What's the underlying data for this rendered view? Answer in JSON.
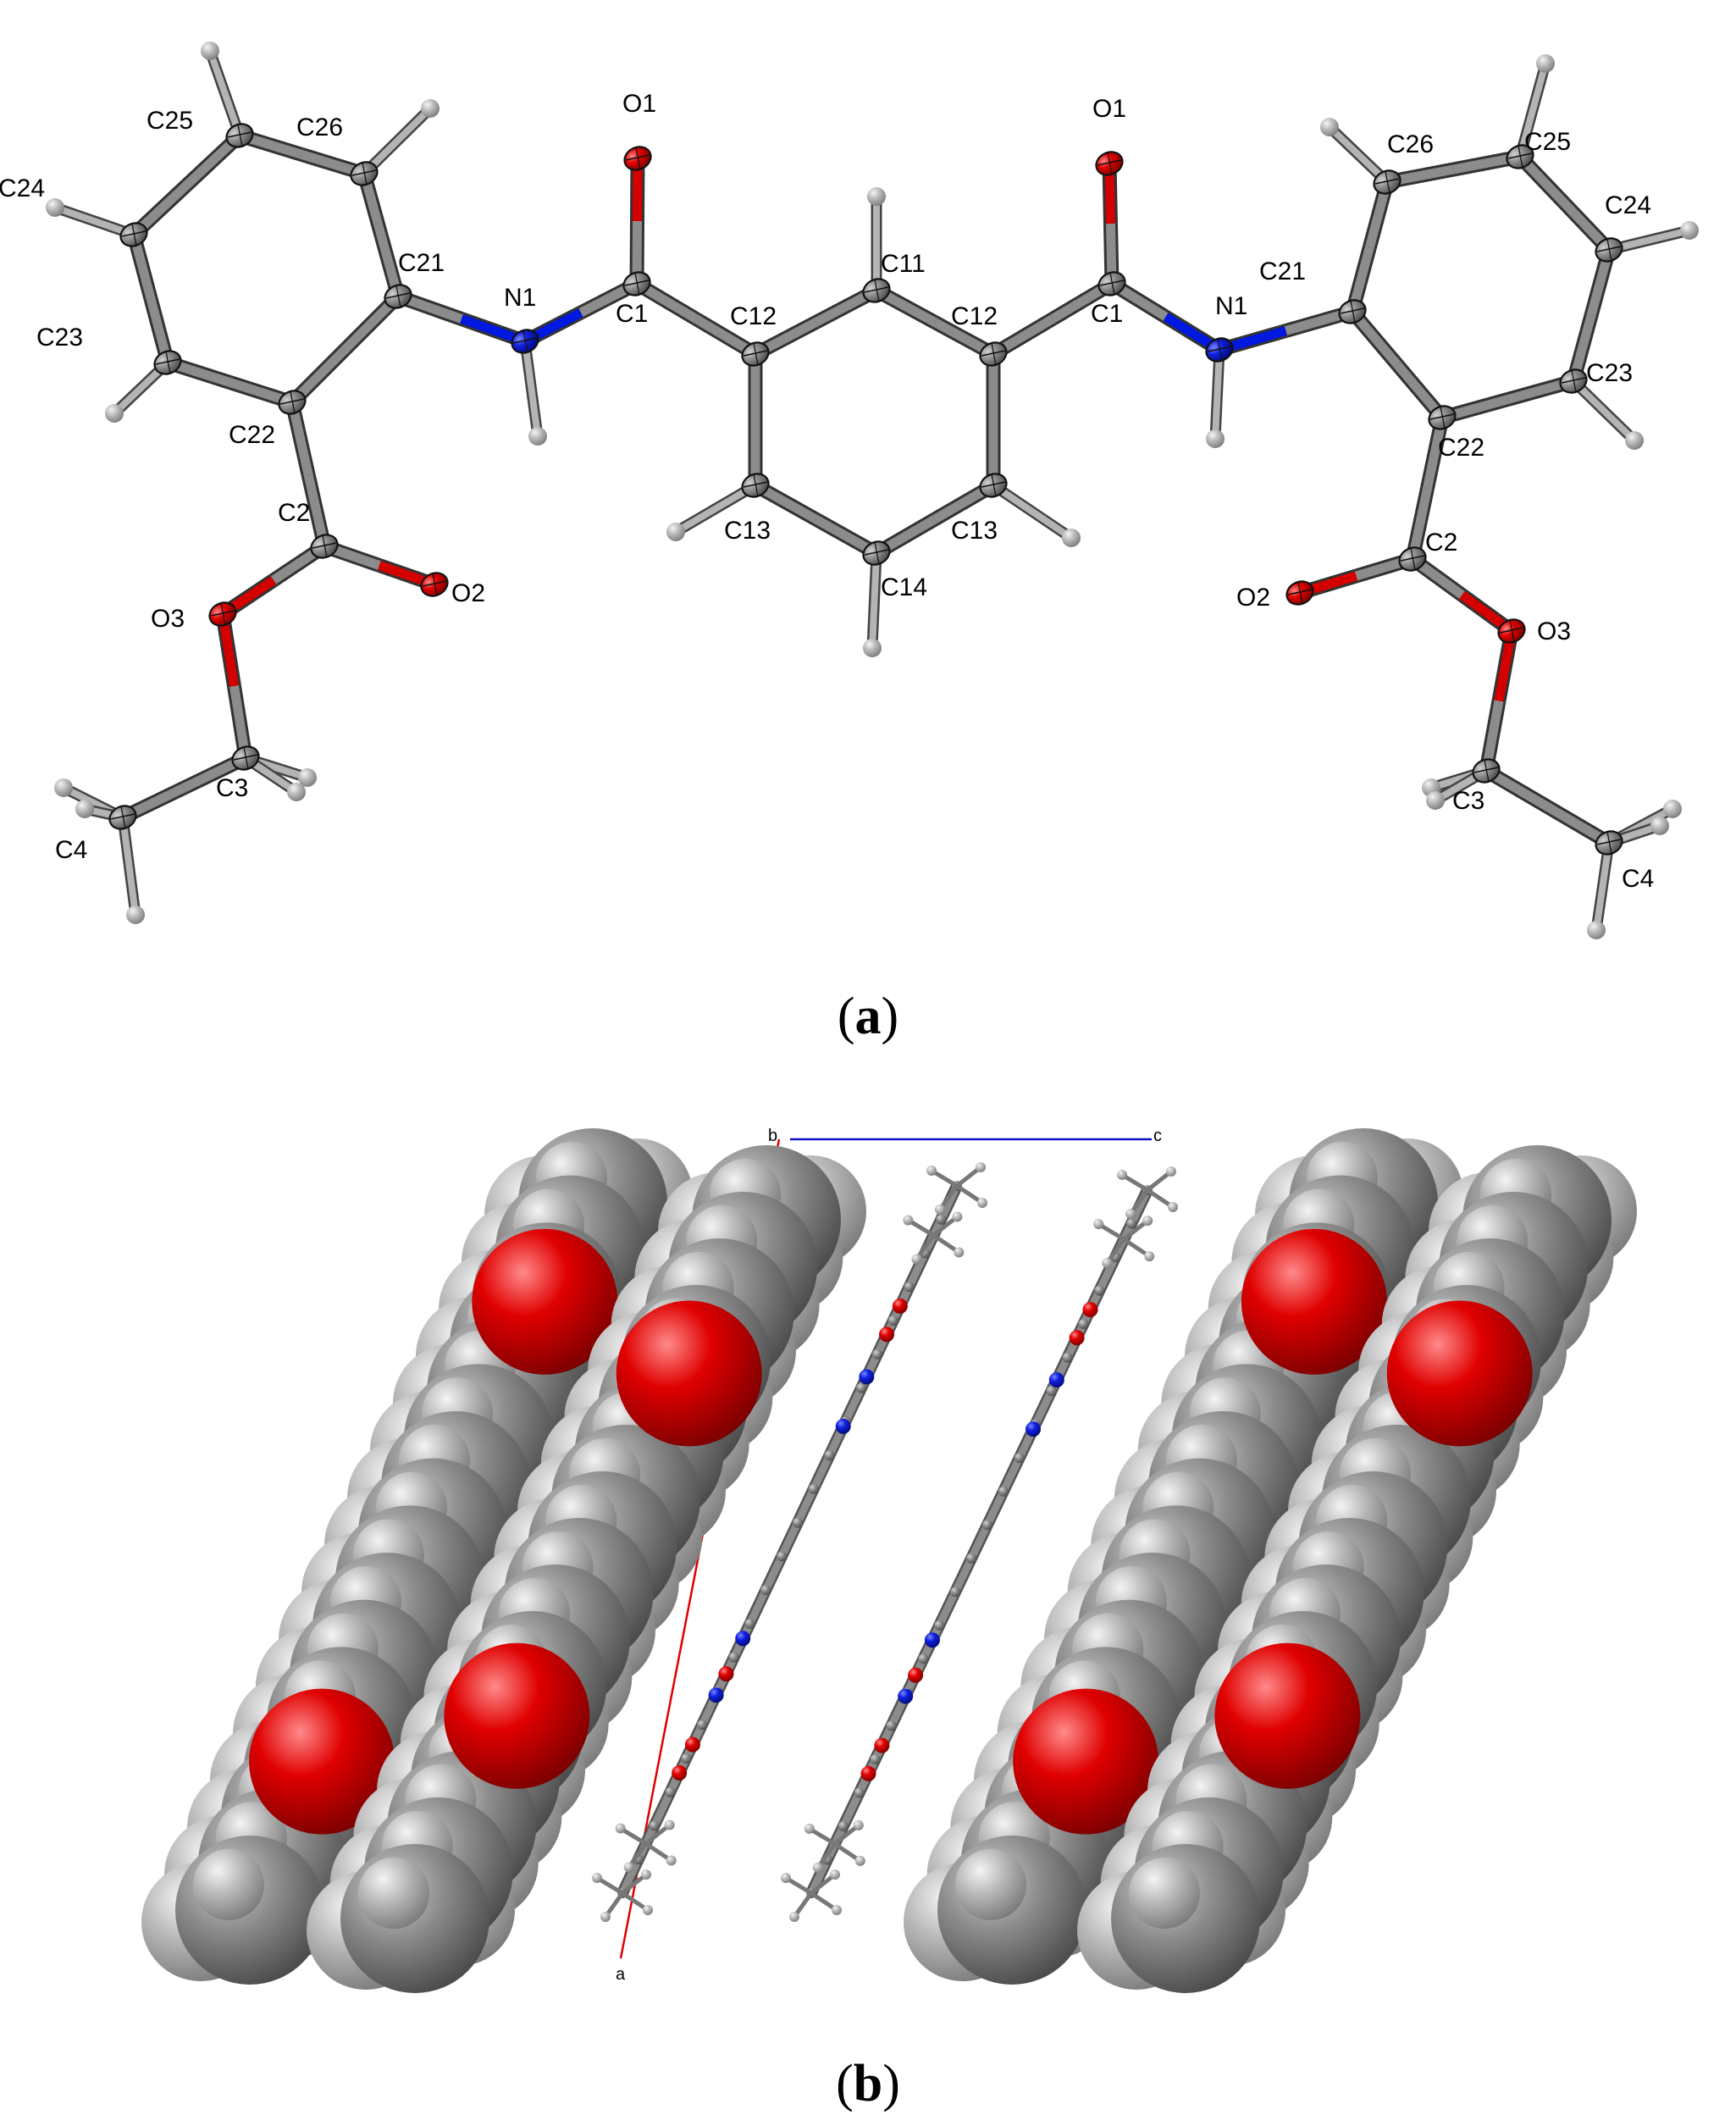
{
  "colors": {
    "carbon": "#8c8c8c",
    "hydrogen": "#b4b4b4",
    "oxygen": "#d40000",
    "nitrogen": "#0018e0",
    "axis_a": "#e00000",
    "axis_c": "#1010c8",
    "axis_b": "#ffffff"
  },
  "panel_a": {
    "caption": {
      "open": "(",
      "letter": "a",
      "close": ")"
    },
    "atoms": [
      {
        "id": "C25L",
        "el": "C",
        "label": "C25"
      },
      {
        "id": "C26L",
        "el": "C",
        "label": "C26"
      },
      {
        "id": "C24L",
        "el": "C",
        "label": "C24"
      },
      {
        "id": "C23L",
        "el": "C",
        "label": "C23"
      },
      {
        "id": "C22L",
        "el": "C",
        "label": "C22"
      },
      {
        "id": "C21L",
        "el": "C",
        "label": "C21"
      },
      {
        "id": "N1L",
        "el": "N",
        "label": "N1"
      },
      {
        "id": "C1L",
        "el": "C",
        "label": "C1"
      },
      {
        "id": "O1L",
        "el": "O",
        "label": "O1"
      },
      {
        "id": "C12L",
        "el": "C",
        "label": "C12"
      },
      {
        "id": "C11",
        "el": "C",
        "label": "C11"
      },
      {
        "id": "C12R",
        "el": "C",
        "label": "C12"
      },
      {
        "id": "C13L",
        "el": "C",
        "label": "C13"
      },
      {
        "id": "C14",
        "el": "C",
        "label": "C14"
      },
      {
        "id": "C13R",
        "el": "C",
        "label": "C13"
      },
      {
        "id": "C1R",
        "el": "C",
        "label": "C1"
      },
      {
        "id": "O1R",
        "el": "O",
        "label": "O1"
      },
      {
        "id": "N1R",
        "el": "N",
        "label": "N1"
      },
      {
        "id": "C21R",
        "el": "C",
        "label": "C21"
      },
      {
        "id": "C26R",
        "el": "C",
        "label": "C26"
      },
      {
        "id": "C25R",
        "el": "C",
        "label": "C25"
      },
      {
        "id": "C24R",
        "el": "C",
        "label": "C24"
      },
      {
        "id": "C23R",
        "el": "C",
        "label": "C23"
      },
      {
        "id": "C22R",
        "el": "C",
        "label": "C22"
      },
      {
        "id": "C2L",
        "el": "C",
        "label": "C2"
      },
      {
        "id": "O2L",
        "el": "O",
        "label": "O2"
      },
      {
        "id": "O3L",
        "el": "O",
        "label": "O3"
      },
      {
        "id": "C3L",
        "el": "C",
        "label": "C3"
      },
      {
        "id": "C4L",
        "el": "C",
        "label": "C4"
      },
      {
        "id": "C2R",
        "el": "C",
        "label": "C2"
      },
      {
        "id": "O2R",
        "el": "O",
        "label": "O2"
      },
      {
        "id": "O3R",
        "el": "O",
        "label": "O3"
      },
      {
        "id": "C3R",
        "el": "C",
        "label": "C3"
      },
      {
        "id": "C4R",
        "el": "C",
        "label": "C4"
      }
    ],
    "bonds": [
      [
        "C25L",
        "C26L"
      ],
      [
        "C25L",
        "C24L"
      ],
      [
        "C24L",
        "C23L"
      ],
      [
        "C23L",
        "C22L"
      ],
      [
        "C22L",
        "C21L"
      ],
      [
        "C21L",
        "C26L"
      ],
      [
        "C21L",
        "N1L"
      ],
      [
        "N1L",
        "C1L"
      ],
      [
        "C1L",
        "O1L"
      ],
      [
        "C1L",
        "C12L"
      ],
      [
        "C12L",
        "C11"
      ],
      [
        "C11",
        "C12R"
      ],
      [
        "C12L",
        "C13L"
      ],
      [
        "C13L",
        "C14"
      ],
      [
        "C14",
        "C13R"
      ],
      [
        "C13R",
        "C12R"
      ],
      [
        "C12R",
        "C1R"
      ],
      [
        "C1R",
        "O1R"
      ],
      [
        "C1R",
        "N1R"
      ],
      [
        "N1R",
        "C21R"
      ],
      [
        "C21R",
        "C26R"
      ],
      [
        "C26R",
        "C25R"
      ],
      [
        "C25R",
        "C24R"
      ],
      [
        "C24R",
        "C23R"
      ],
      [
        "C23R",
        "C22R"
      ],
      [
        "C22R",
        "C21R"
      ],
      [
        "C22L",
        "C2L"
      ],
      [
        "C2L",
        "O2L"
      ],
      [
        "C2L",
        "O3L"
      ],
      [
        "O3L",
        "C3L"
      ],
      [
        "C3L",
        "C4L"
      ],
      [
        "C22R",
        "C2R"
      ],
      [
        "C2R",
        "O2R"
      ],
      [
        "C2R",
        "O3R"
      ],
      [
        "O3R",
        "C3R"
      ],
      [
        "C3R",
        "C4R"
      ]
    ]
  },
  "panel_b": {
    "caption": {
      "open": "(",
      "letter": "b",
      "close": ")"
    },
    "cell_axes": [
      {
        "id": "a",
        "label": "a"
      },
      {
        "id": "b",
        "label": "b"
      },
      {
        "id": "c",
        "label": "c"
      }
    ]
  }
}
